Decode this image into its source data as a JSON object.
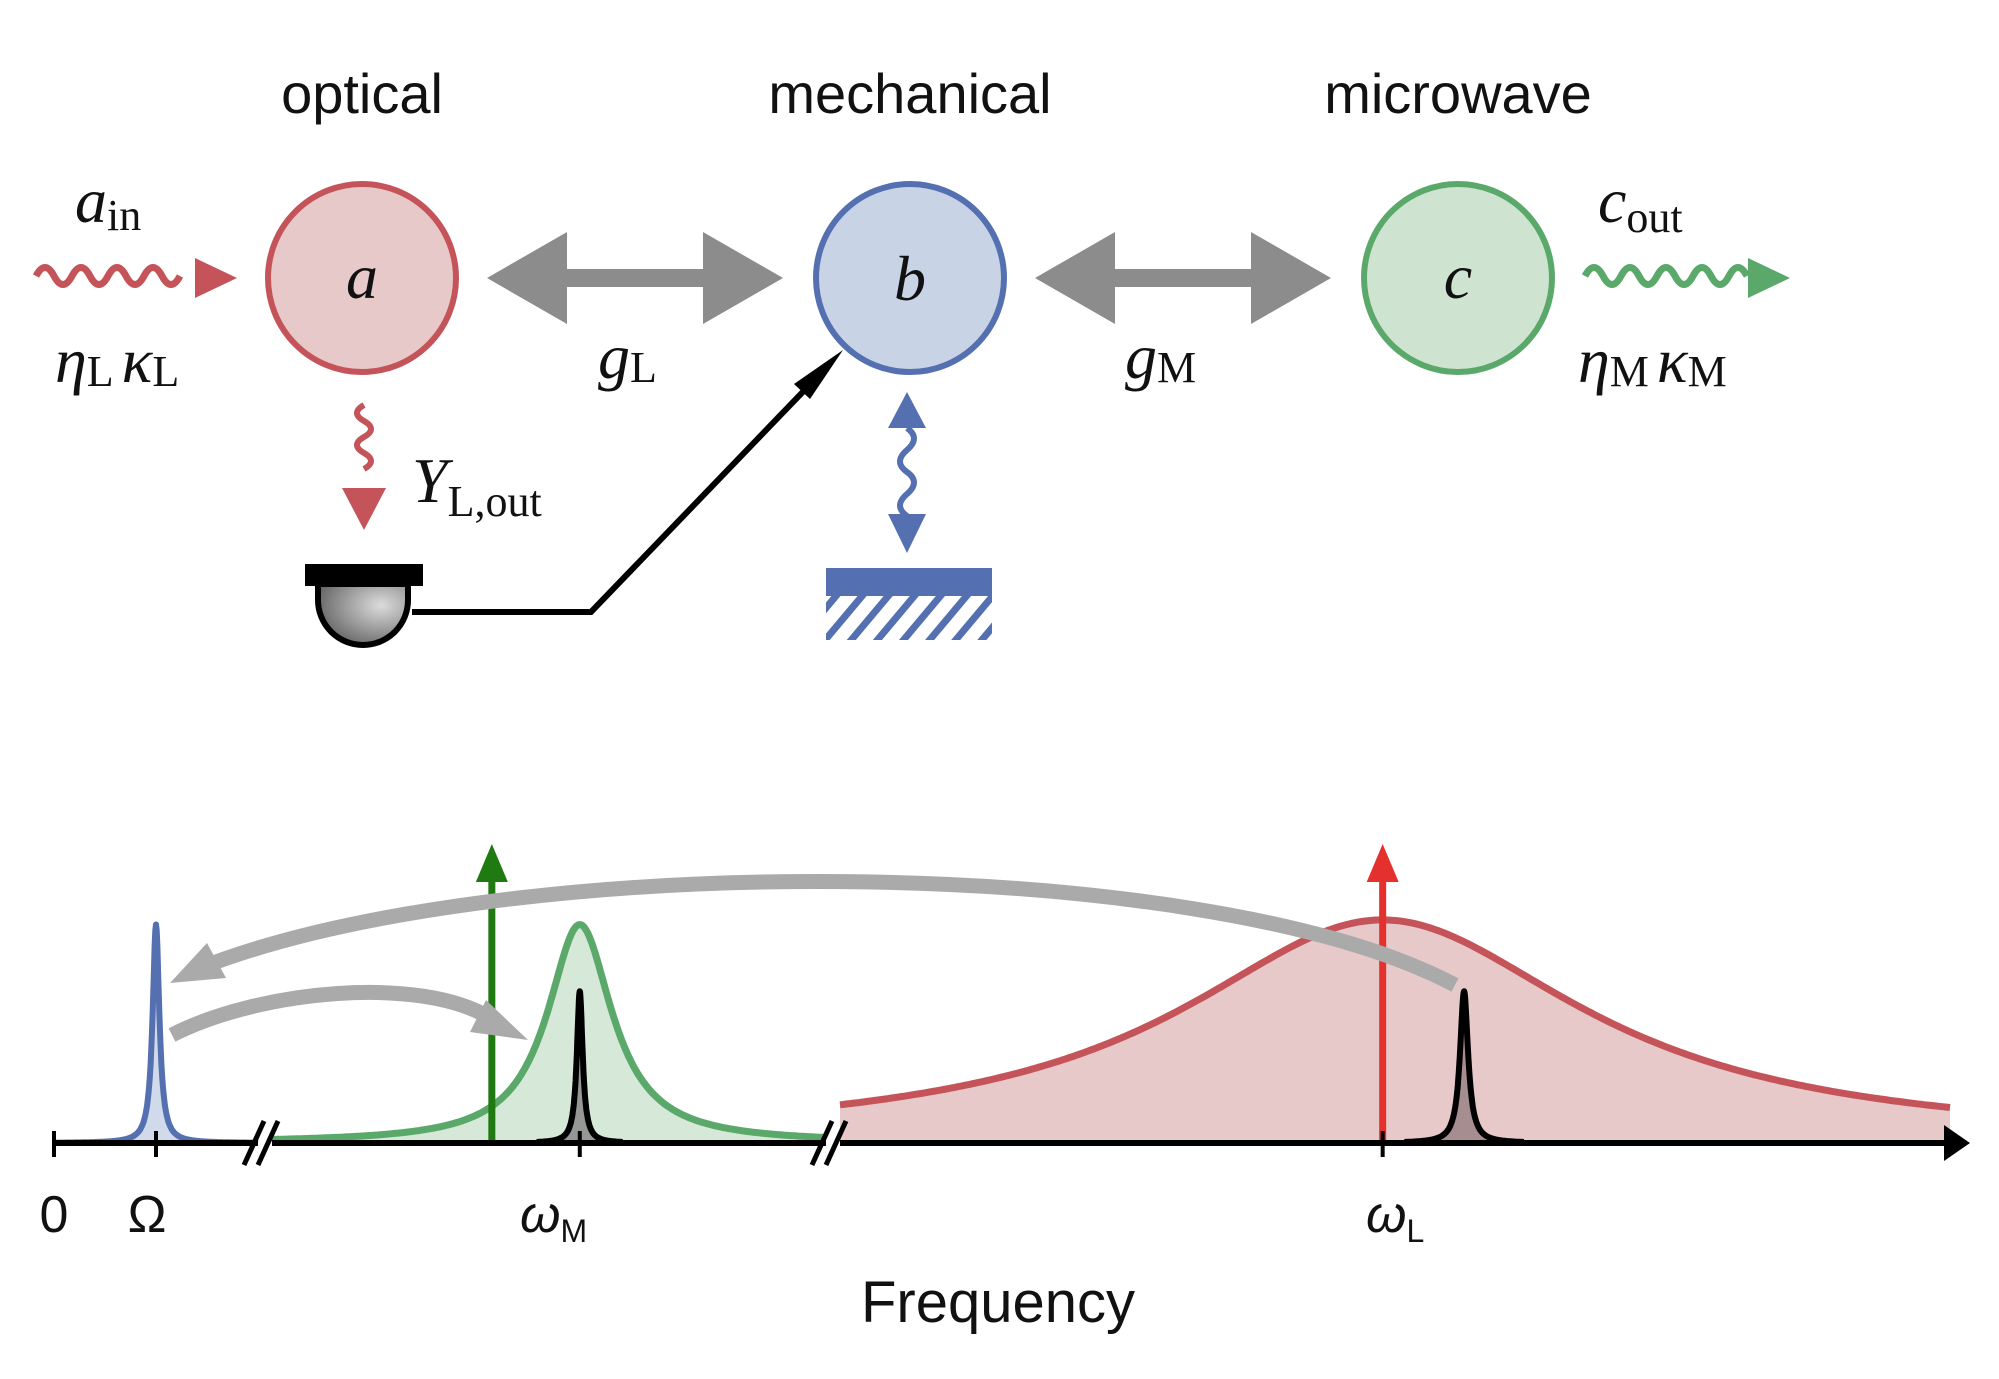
{
  "panel_top": {
    "modes": [
      {
        "id": "optical",
        "label": "optical",
        "symbol": "a",
        "stroke": "#c5545a",
        "fill": "#e8c9ca"
      },
      {
        "id": "mechanical",
        "label": "mechanical",
        "symbol": "b",
        "stroke": "#5470b0",
        "fill": "#c9d3e6"
      },
      {
        "id": "microwave",
        "label": "microwave",
        "symbol": "c",
        "stroke": "#5aa86a",
        "fill": "#cfe4d0"
      }
    ],
    "couplings": [
      {
        "id": "optomech",
        "symbol": "g",
        "subscript": "L",
        "color": "#8c8c8c"
      },
      {
        "id": "electromech",
        "symbol": "g",
        "subscript": "M",
        "color": "#8c8c8c"
      }
    ],
    "input": {
      "symbol": "a",
      "subscript": "in",
      "rate_eta": "η",
      "rate_eta_sub": "L",
      "rate_kappa": "κ",
      "rate_kappa_sub": "L",
      "color": "#c5545a"
    },
    "output": {
      "symbol": "c",
      "subscript": "out",
      "rate_eta": "η",
      "rate_eta_sub": "M",
      "rate_kappa": "κ",
      "rate_kappa_sub": "M",
      "color": "#5aa86a"
    },
    "measurement": {
      "symbol": "Y",
      "subscript": "L,out",
      "color": "#c5545a"
    },
    "bath": {
      "color": "#5470b0"
    },
    "feedback_color": "#000000"
  },
  "chart_data": {
    "type": "area",
    "title": "",
    "xlabel": "Frequency",
    "ylabel": "",
    "axis_breaks": 2,
    "tick_labels": [
      "0",
      "Ω",
      "ωM",
      "ωL"
    ],
    "ticks": [
      {
        "label": "0",
        "main": "0",
        "sub": ""
      },
      {
        "label": "Ω",
        "main": "Ω",
        "sub": ""
      },
      {
        "label": "ωM",
        "main": "ω",
        "sub": "M"
      },
      {
        "label": "ωL",
        "main": "ω",
        "sub": "L"
      }
    ],
    "segments": [
      {
        "name": "low-frequency",
        "range": [
          0,
          2.0
        ]
      },
      {
        "name": "microwave",
        "range": [
          -3.5,
          2.8
        ],
        "center_label": "ωM"
      },
      {
        "name": "optical",
        "range": [
          -2.2,
          2.3
        ],
        "center_label": "ωL"
      }
    ],
    "series": [
      {
        "name": "mechanical resonance",
        "segment": 0,
        "shape": "lorentzian",
        "center": 1.0,
        "width": 0.04,
        "height": 0.95,
        "color": "#5470b0",
        "fill": "#c9d3e6"
      },
      {
        "name": "microwave cavity",
        "segment": 1,
        "shape": "lorentzian",
        "center": 0.0,
        "width": 0.45,
        "height": 0.95,
        "color": "#5aa86a",
        "fill": "#cfe4d0"
      },
      {
        "name": "microwave sideband",
        "segment": 1,
        "shape": "lorentzian",
        "center": 0.0,
        "width": 0.04,
        "height": 0.66,
        "color": "#000000",
        "fill": "#8a8a8a"
      },
      {
        "name": "optical cavity",
        "segment": 2,
        "shape": "lorentzian",
        "center": 0.0,
        "width": 1.0,
        "height": 0.97,
        "color": "#c5545a",
        "fill": "#e8c9ca"
      },
      {
        "name": "optical sideband",
        "segment": 2,
        "shape": "lorentzian",
        "center": 0.33,
        "width": 0.02,
        "height": 0.66,
        "color": "#000000",
        "fill": "#9a8486"
      }
    ],
    "pumps": [
      {
        "name": "microwave pump",
        "segment": 1,
        "position": -1.0,
        "height": 1.3,
        "color": "#1f7a12"
      },
      {
        "name": "optical pump",
        "segment": 2,
        "position": 0.0,
        "height": 1.3,
        "color": "#e4312e"
      }
    ],
    "transfer_arrows": [
      {
        "name": "optical-to-mechanical",
        "from": "optical sideband",
        "to": "mechanical resonance",
        "color": "#aaaaaa"
      },
      {
        "name": "mechanical-to-microwave",
        "from": "mechanical resonance",
        "to": "microwave sideband",
        "color": "#aaaaaa"
      }
    ]
  }
}
